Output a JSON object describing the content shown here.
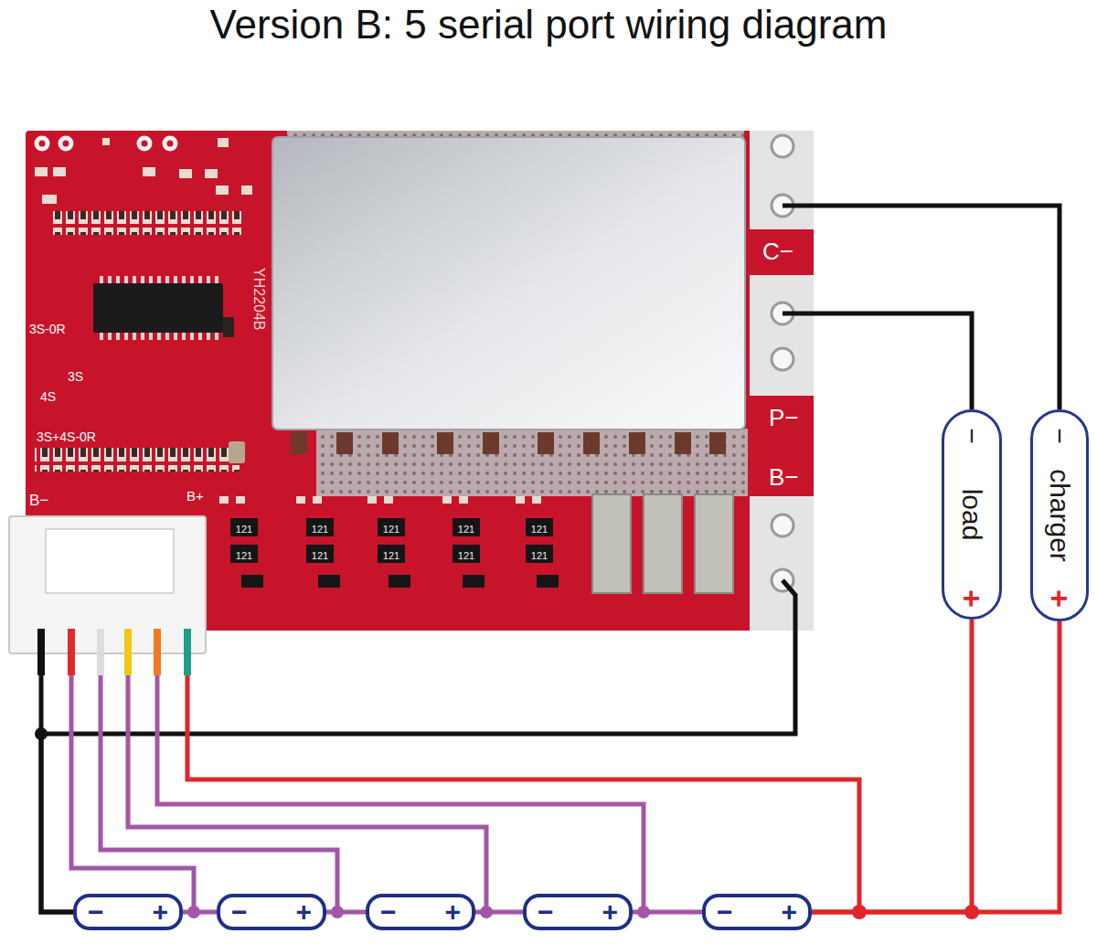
{
  "diagram": {
    "title": "Version B: 5 serial port wiring diagram",
    "nodes": [
      {
        "text": [
          "C−",
          "P−",
          "B−",
          "B−",
          "B+",
          "YH2204B",
          "3S-0R",
          "3S",
          "4S",
          "3S+4S-0R"
        ]
      },
      {
        "text": [
          "−",
          "load",
          "+"
        ]
      },
      {
        "text": [
          "−",
          "charger",
          "+"
        ]
      },
      {
        "text": [
          "−",
          "+"
        ]
      },
      {
        "text": [
          "−",
          "+"
        ]
      },
      {
        "text": [
          "−",
          "+"
        ]
      },
      {
        "text": [
          "−",
          "+"
        ]
      },
      {
        "text": [
          "−",
          "+"
        ]
      }
    ],
    "edges": [
      {
        "from": 0,
        "to": 2,
        "arrow": "none"
      },
      {
        "from": 0,
        "to": 1,
        "arrow": "none"
      },
      {
        "from": 0,
        "to": 3,
        "arrow": "none"
      },
      {
        "from": 0,
        "to": 3,
        "arrow": "none"
      },
      {
        "from": 0,
        "to": 3,
        "arrow": "none"
      },
      {
        "from": 0,
        "to": 4,
        "arrow": "none"
      },
      {
        "from": 0,
        "to": 5,
        "arrow": "none"
      },
      {
        "from": 0,
        "to": 6,
        "arrow": "none"
      },
      {
        "from": 0,
        "to": 7,
        "arrow": "none"
      },
      {
        "from": 3,
        "to": 4,
        "arrow": "none"
      },
      {
        "from": 4,
        "to": 5,
        "arrow": "none"
      },
      {
        "from": 5,
        "to": 6,
        "arrow": "none"
      },
      {
        "from": 6,
        "to": 7,
        "arrow": "none"
      },
      {
        "from": 7,
        "to": 1,
        "arrow": "none"
      },
      {
        "from": 7,
        "to": 2,
        "arrow": "none"
      }
    ],
    "labels": [
      "121",
      "121",
      "121",
      "121",
      "121",
      "121",
      "121",
      "121",
      "121",
      "121"
    ]
  }
}
